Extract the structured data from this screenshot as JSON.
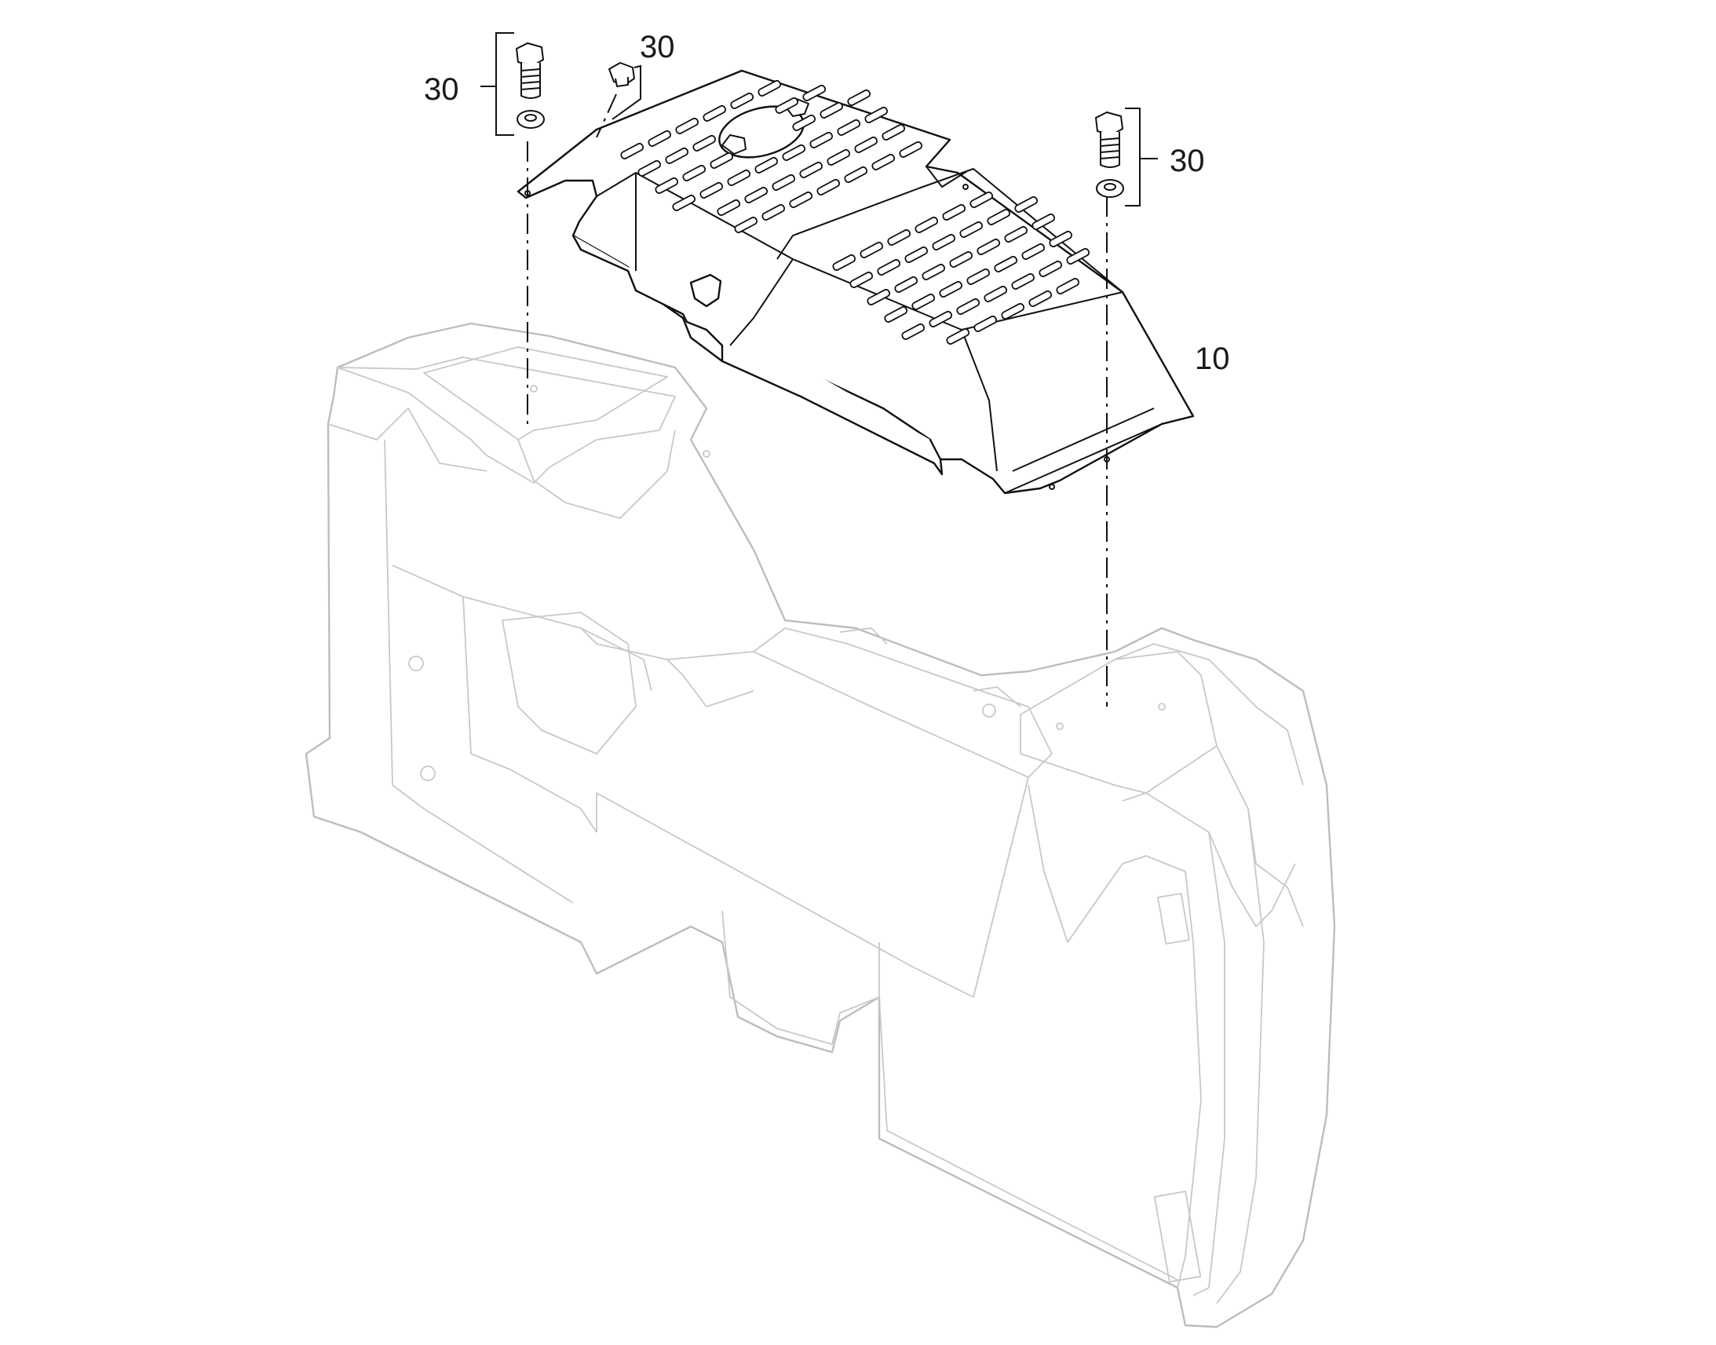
{
  "callouts": {
    "bolt_left": "30",
    "clip_top": "30",
    "bolt_right": "30",
    "cover_panel": "10"
  },
  "parts": [
    {
      "ref": "10",
      "icon": "perforated-cover-panel-icon"
    },
    {
      "ref": "30",
      "icon": "hex-bolt-icon"
    },
    {
      "ref": "30",
      "icon": "washer-icon"
    },
    {
      "ref": "30",
      "icon": "push-clip-icon"
    }
  ],
  "colors": {
    "cover_outline": "#111111",
    "housing_outline": "#bdbdbd",
    "background": "#ffffff"
  }
}
